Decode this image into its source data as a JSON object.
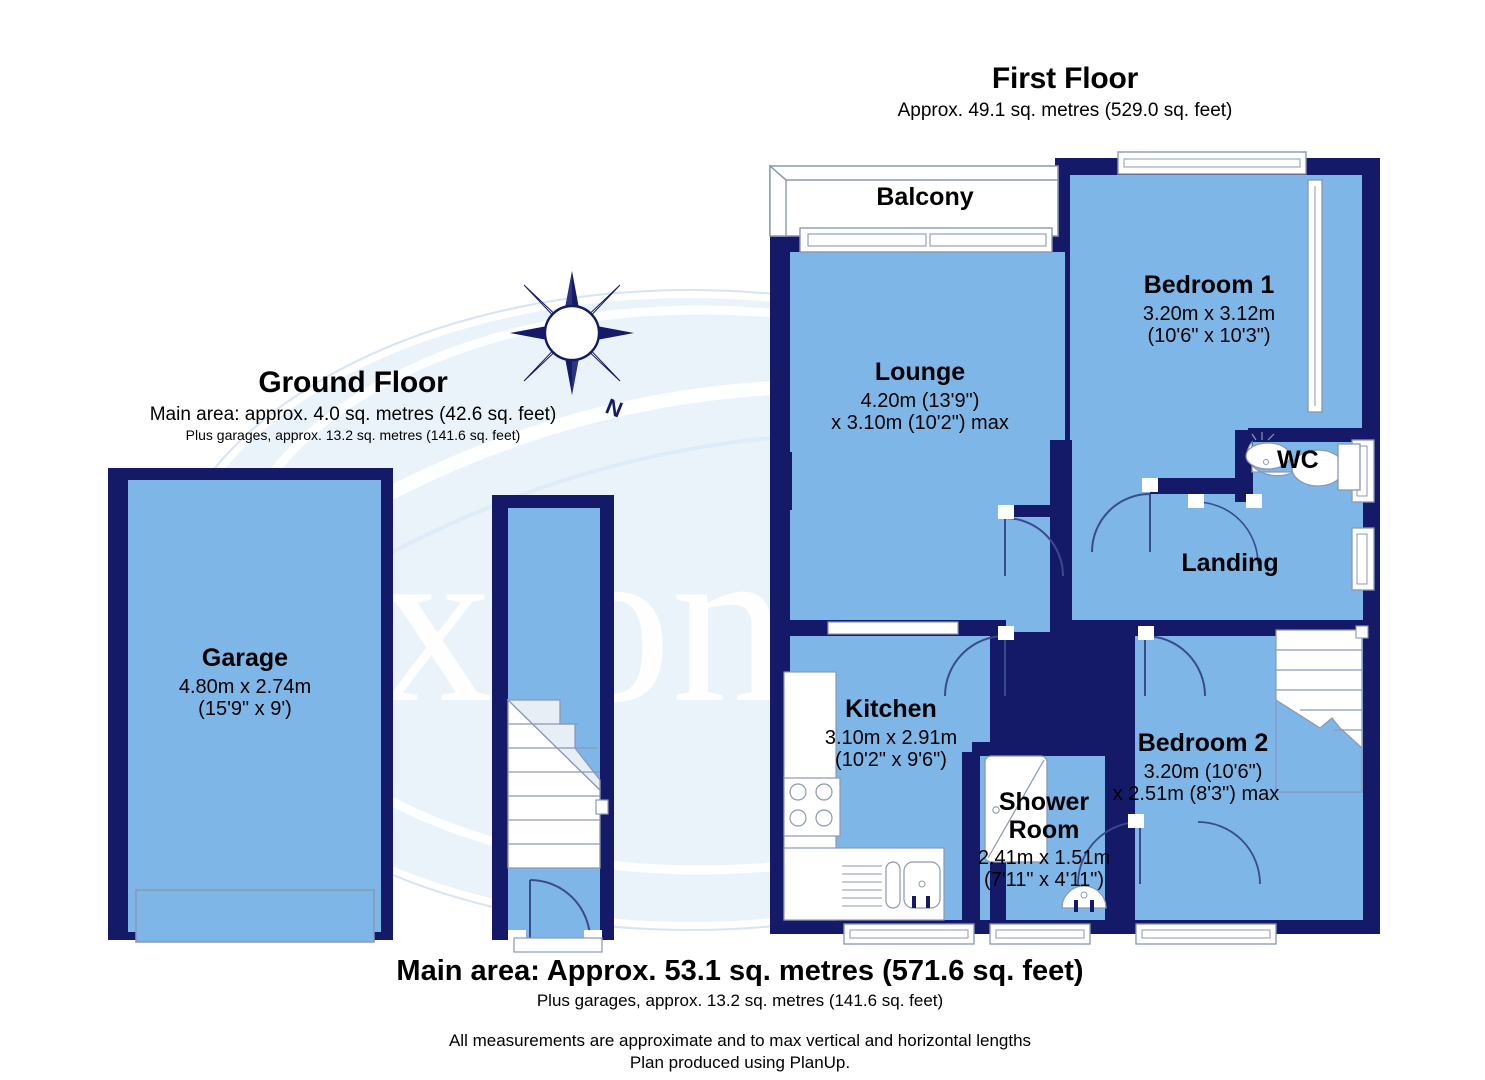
{
  "meta": {
    "colors": {
      "wall": "#151a68",
      "room_fill": "#7eb6e8",
      "room_fill_dark": "#6ba5dd",
      "white": "#ffffff",
      "fixture_line": "#8a98b5",
      "watermark": "#bcd7ee"
    },
    "watermark_text": "Saxton Mee"
  },
  "first_floor": {
    "title": "First Floor",
    "area": "Approx. 49.1 sq. metres (529.0 sq. feet)",
    "rooms": [
      {
        "name": "Balcony",
        "dim1": "",
        "dim2": ""
      },
      {
        "name": "Lounge",
        "dim1": "4.20m (13'9\")",
        "dim2": "x 3.10m (10'2\") max"
      },
      {
        "name": "Bedroom 1",
        "dim1": "3.20m x 3.12m",
        "dim2": "(10'6\" x 10'3\")"
      },
      {
        "name": "WC",
        "dim1": "",
        "dim2": ""
      },
      {
        "name": "Landing",
        "dim1": "",
        "dim2": ""
      },
      {
        "name": "Kitchen",
        "dim1": "3.10m x 2.91m",
        "dim2": "(10'2\" x 9'6\")"
      },
      {
        "name": "Shower Room",
        "name_line1": "Shower",
        "name_line2": "Room",
        "dim1": "2.41m x 1.51m",
        "dim2": "(7'11\" x 4'11\")"
      },
      {
        "name": "Bedroom 2",
        "dim1": "3.20m (10'6\")",
        "dim2": "x 2.51m (8'3\") max"
      }
    ]
  },
  "ground_floor": {
    "title": "Ground Floor",
    "area": "Main area: approx. 4.0 sq. metres (42.6 sq. feet)",
    "area_extra": "Plus garages, approx. 13.2 sq. metres (141.6 sq. feet)",
    "rooms": [
      {
        "name": "Garage",
        "dim1": "4.80m x 2.74m",
        "dim2": "(15'9\" x 9')"
      }
    ]
  },
  "compass": {
    "label": "N"
  },
  "footer": {
    "main_area": "Main area: Approx. 53.1 sq. metres (571.6 sq. feet)",
    "plus_garages": "Plus garages, approx. 13.2 sq. metres (141.6 sq. feet)",
    "disclaimer1": "All measurements are approximate and to max vertical and horizontal lengths",
    "disclaimer2": "Plan produced using PlanUp."
  }
}
